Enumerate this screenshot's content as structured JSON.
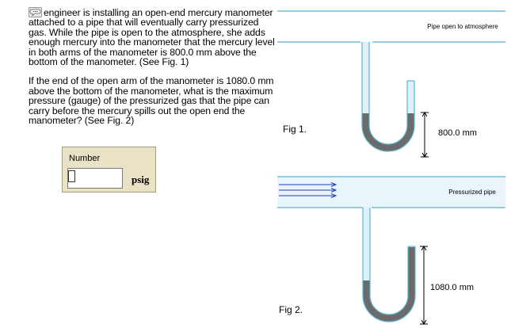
{
  "question": {
    "paragraph1": "engineer is installing an open-end mercury manometer attached to a pipe that will eventually carry pressurized gas. While the pipe is open to the atmosphere, she adds enough mercury into the manometer that the mercury level in both arms of the manometer is 800.0 mm above the bottom of the manometer. (See Fig. 1)",
    "paragraph2": "If the end of the open arm of the manometer is 1080.0 mm above the bottom of the manometer, what is the maximum pressure (gauge) of the pressurized gas that the pipe can carry before the mercury spills out the open end the manometer? (See Fig. 2)"
  },
  "answer": {
    "label": "Number",
    "value": "",
    "unit": "psig"
  },
  "fig1": {
    "caption": "Fig 1.",
    "pipe_label": "Pipe open to atmosphere",
    "dimension": "800.0 mm"
  },
  "fig2": {
    "caption": "Fig 2.",
    "pipe_label": "Pressurized pipe",
    "dimension": "1080.0 mm"
  },
  "icons": {
    "comment": "chat-bubble-icon"
  },
  "colors": {
    "pipe_stroke": "#5ab4d0",
    "tube_fill": "#dff1f7",
    "mercury": "#6b6b6b",
    "flow_arrows": "#2040c0",
    "answer_box": "#e9e2c6"
  }
}
